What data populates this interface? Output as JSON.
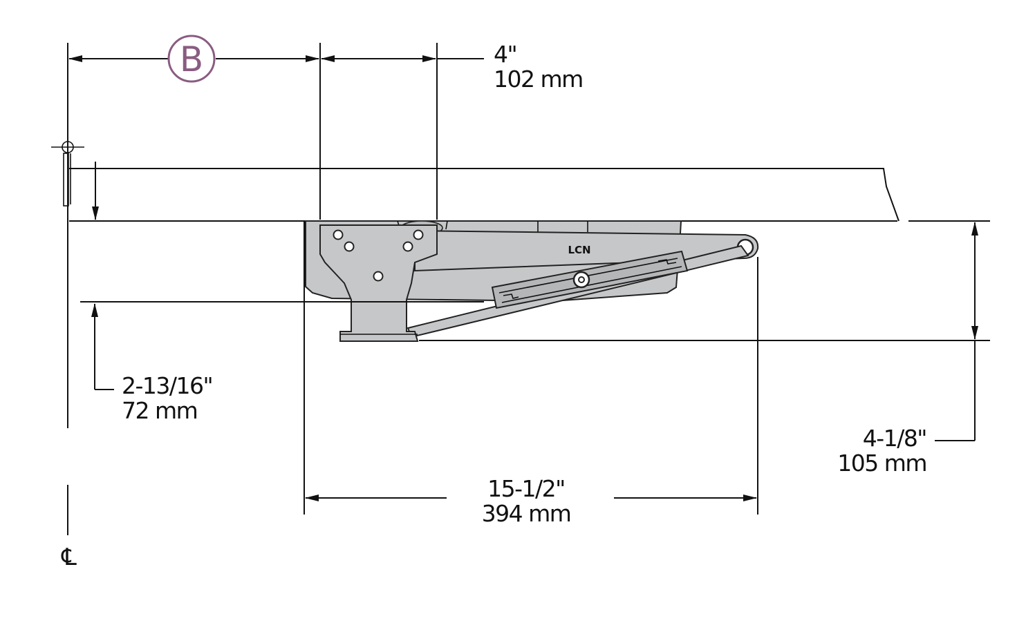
{
  "diagram": {
    "callout_letter": "B",
    "callout_color": "#8a5c82",
    "centerline_symbol": "℄",
    "brand_label": "LCN",
    "line_color": "#111111",
    "body_color": "#c6c7c9",
    "dimensions": {
      "top_offset": {
        "imperial": "4\"",
        "metric": "102 mm"
      },
      "drop": {
        "imperial": "2-13/16\"",
        "metric": "72 mm"
      },
      "projection": {
        "imperial": "4-1/8\"",
        "metric": "105 mm"
      },
      "arm_length": {
        "imperial": "15-1/2\"",
        "metric": "394 mm"
      }
    }
  }
}
